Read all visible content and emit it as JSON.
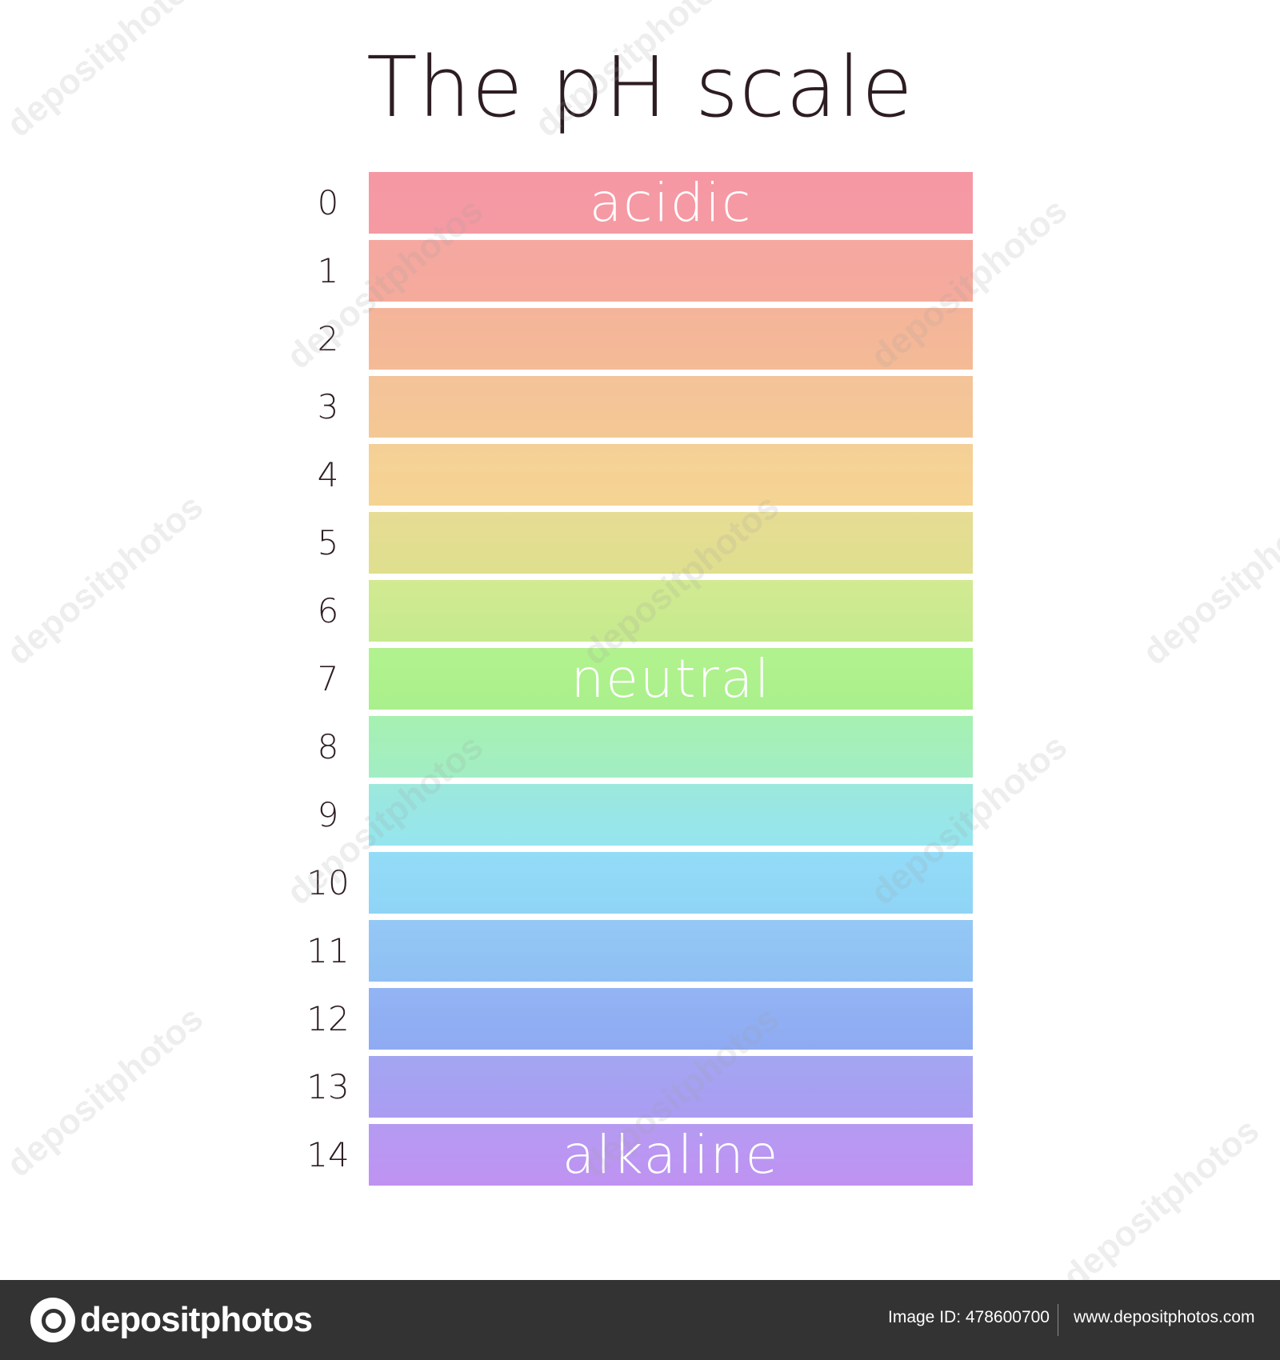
{
  "title": "The pH scale",
  "scale": [
    {
      "value": "0",
      "label": "acidic",
      "color_top": "#f598a4",
      "color_bottom": "#f59aa3"
    },
    {
      "value": "1",
      "label": "",
      "color_top": "#f5a7a0",
      "color_bottom": "#f5ab9c"
    },
    {
      "value": "2",
      "label": "",
      "color_top": "#f4b49a",
      "color_bottom": "#f4bb96"
    },
    {
      "value": "3",
      "label": "",
      "color_top": "#f4c39a",
      "color_bottom": "#f4c894"
    },
    {
      "value": "4",
      "label": "",
      "color_top": "#f5d096",
      "color_bottom": "#f5d493"
    },
    {
      "value": "5",
      "label": "",
      "color_top": "#e6dc94",
      "color_bottom": "#dfdf8e"
    },
    {
      "value": "6",
      "label": "",
      "color_top": "#d2ea92",
      "color_bottom": "#c6ea8d"
    },
    {
      "value": "7",
      "label": "neutral",
      "color_top": "#b2f28e",
      "color_bottom": "#a9f08c"
    },
    {
      "value": "8",
      "label": "",
      "color_top": "#a6f0b1",
      "color_bottom": "#a2eec4"
    },
    {
      "value": "9",
      "label": "",
      "color_top": "#9ce8dc",
      "color_bottom": "#95e5ef"
    },
    {
      "value": "10",
      "label": "",
      "color_top": "#93dcf7",
      "color_bottom": "#8fd4f6"
    },
    {
      "value": "11",
      "label": "",
      "color_top": "#94c8f5",
      "color_bottom": "#8fbff4"
    },
    {
      "value": "12",
      "label": "",
      "color_top": "#92b4f4",
      "color_bottom": "#8faaf2"
    },
    {
      "value": "13",
      "label": "",
      "color_top": "#a3a6f2",
      "color_bottom": "#aa9cf2"
    },
    {
      "value": "14",
      "label": "alkaline",
      "color_top": "#b59bf2",
      "color_bottom": "#bf92f2"
    }
  ],
  "watermark": {
    "text": "depositphotos"
  },
  "footer": {
    "logo_text": "depositphotos",
    "image_id": "Image ID: 478600700",
    "site": "www.depositphotos.com"
  }
}
